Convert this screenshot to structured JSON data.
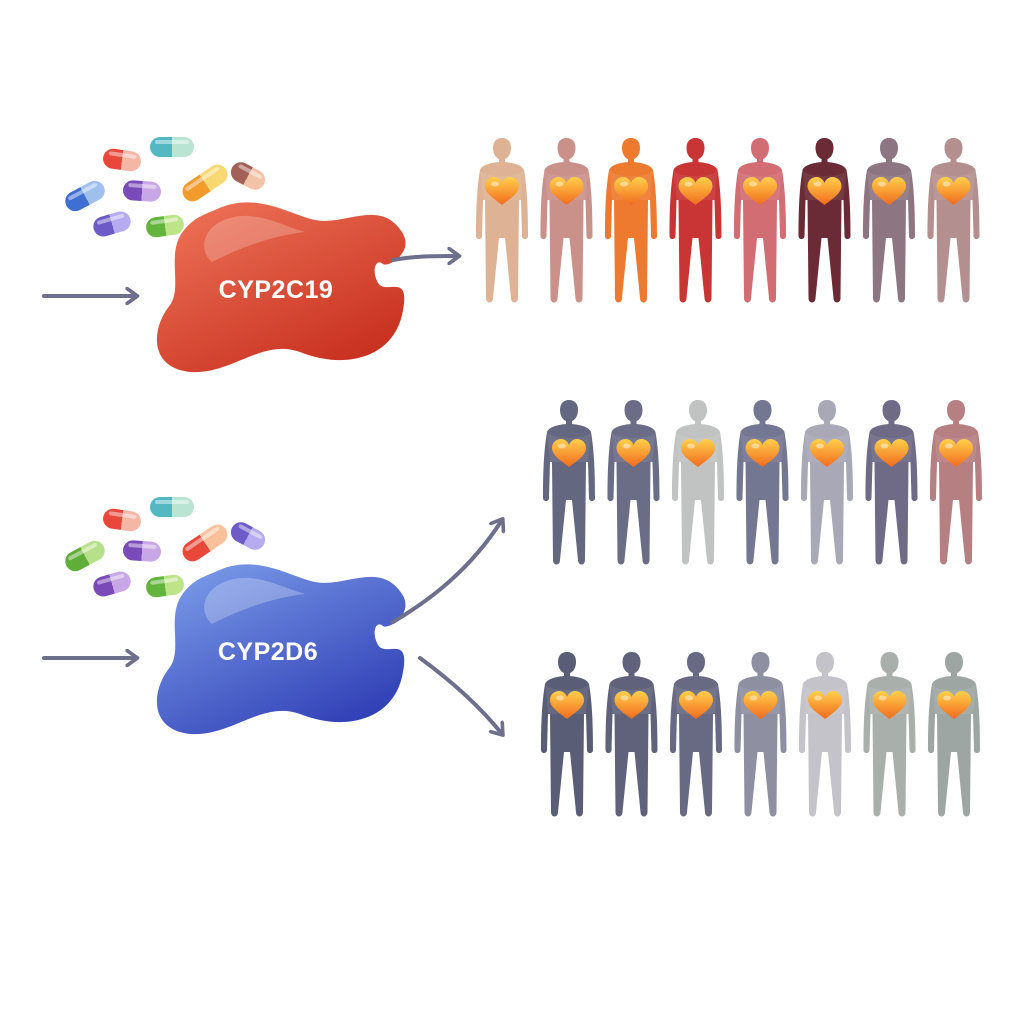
{
  "colors": {
    "arrow": "#6d6f8c",
    "background": "#ffffff",
    "heart_top": "#ffd04a",
    "heart_bottom": "#f26a1e"
  },
  "pathways": [
    {
      "id": "cyp2c19",
      "enzyme": {
        "label": "CYP2C19",
        "color_light": "#f0765a",
        "color_dark": "#c8311f"
      },
      "pills": [
        {
          "a": "#e8473a",
          "b": "#f6b6a6"
        },
        {
          "a": "#54b8c4",
          "b": "#b9e4d3"
        },
        {
          "a": "#3f6fd3",
          "b": "#9fc0ef"
        },
        {
          "a": "#7a4ab8",
          "b": "#c8a7e6"
        },
        {
          "a": "#f39a2c",
          "b": "#f8d872"
        },
        {
          "a": "#a36056",
          "b": "#f2c3a8"
        },
        {
          "a": "#6d5cc7",
          "b": "#b6aaf0"
        },
        {
          "a": "#63b43c",
          "b": "#bde489"
        }
      ],
      "groups": [
        {
          "id": "population-1",
          "people": [
            {
              "color": "#deb294"
            },
            {
              "color": "#c99189"
            },
            {
              "color": "#ed7a2f"
            },
            {
              "color": "#c93434"
            },
            {
              "color": "#d16d73"
            },
            {
              "color": "#6a2b36"
            },
            {
              "color": "#8d7682"
            },
            {
              "color": "#b3908f"
            }
          ]
        }
      ]
    },
    {
      "id": "cyp2d6",
      "enzyme": {
        "label": "CYP2D6",
        "color_light": "#7fa1ec",
        "color_dark": "#3140b6"
      },
      "pills": [
        {
          "a": "#e8473a",
          "b": "#f6b6a6"
        },
        {
          "a": "#54b8c4",
          "b": "#b9e4d3"
        },
        {
          "a": "#5fae3a",
          "b": "#b7e08a"
        },
        {
          "a": "#7a4ab8",
          "b": "#c8a7e6"
        },
        {
          "a": "#e8473a",
          "b": "#f9c19b"
        },
        {
          "a": "#6d5cc7",
          "b": "#b6aaf0"
        },
        {
          "a": "#7a4ab8",
          "b": "#c8a7e6"
        },
        {
          "a": "#63b43c",
          "b": "#bde489"
        }
      ],
      "groups": [
        {
          "id": "population-2",
          "people": [
            {
              "color": "#646780"
            },
            {
              "color": "#6b6d87"
            },
            {
              "color": "#c0c3c1"
            },
            {
              "color": "#737791"
            },
            {
              "color": "#a8a8b7"
            },
            {
              "color": "#6f6a86"
            },
            {
              "color": "#b67f82"
            }
          ]
        },
        {
          "id": "population-3",
          "people": [
            {
              "color": "#595d75"
            },
            {
              "color": "#5f627a"
            },
            {
              "color": "#676a82"
            },
            {
              "color": "#8e90a2"
            },
            {
              "color": "#c3c3c9"
            },
            {
              "color": "#a9b0ab"
            },
            {
              "color": "#9ea6a3"
            }
          ]
        }
      ]
    }
  ]
}
